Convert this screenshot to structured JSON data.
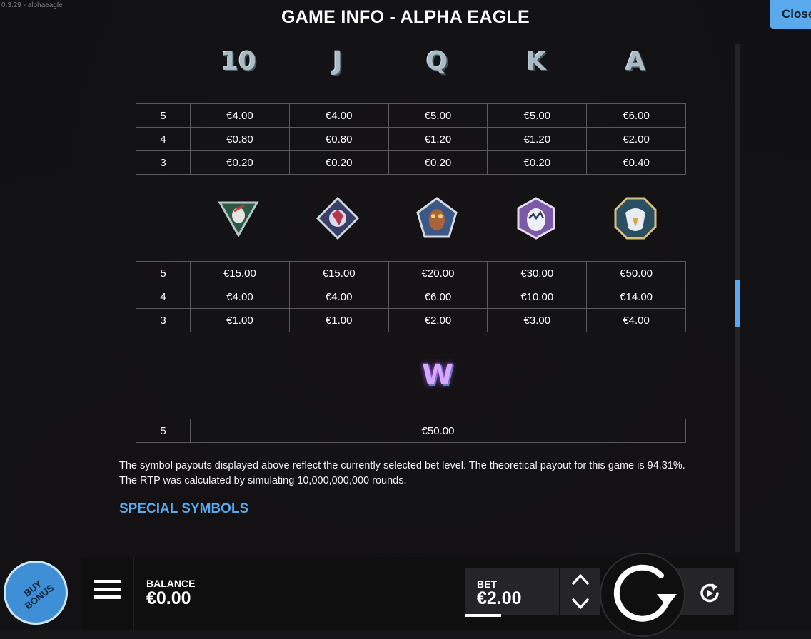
{
  "corner_text": "0.3.29 - alphaeagle",
  "title": "GAME INFO - ALPHA EAGLE",
  "close_label": "Close",
  "low_symbols": [
    "10",
    "J",
    "Q",
    "K",
    "A"
  ],
  "low_paytable": [
    {
      "count": "5",
      "values": [
        "€4.00",
        "€4.00",
        "€5.00",
        "€5.00",
        "€6.00"
      ]
    },
    {
      "count": "4",
      "values": [
        "€0.80",
        "€0.80",
        "€1.20",
        "€1.20",
        "€2.00"
      ]
    },
    {
      "count": "3",
      "values": [
        "€0.20",
        "€0.20",
        "€0.20",
        "€0.20",
        "€0.40"
      ]
    }
  ],
  "high_symbols": [
    "triangle-bird-symbol",
    "diamond-fox-symbol",
    "pentagon-owl-symbol",
    "hexagon-egg-symbol",
    "octagon-eagle-symbol"
  ],
  "high_paytable": [
    {
      "count": "5",
      "values": [
        "€15.00",
        "€15.00",
        "€20.00",
        "€30.00",
        "€50.00"
      ]
    },
    {
      "count": "4",
      "values": [
        "€4.00",
        "€4.00",
        "€6.00",
        "€10.00",
        "€14.00"
      ]
    },
    {
      "count": "3",
      "values": [
        "€1.00",
        "€1.00",
        "€2.00",
        "€3.00",
        "€4.00"
      ]
    }
  ],
  "wild_symbol": "W",
  "wild_paytable": {
    "count": "5",
    "value": "€50.00"
  },
  "note": "The symbol payouts displayed above reflect the currently selected bet level. The theoretical payout for this game is 94.31%. The RTP was calculated by simulating 10,000,000,000 rounds.",
  "special_heading": "SPECIAL SYMBOLS",
  "buy_bonus_line1": "BUY",
  "buy_bonus_line2": "BONUS",
  "balance_label": "BALANCE",
  "balance_value": "€0.00",
  "bet_label": "BET",
  "bet_value": "€2.00",
  "colors": {
    "accent": "#5aa9ec",
    "background": "#17171a",
    "grid": "#5a5a5e"
  }
}
